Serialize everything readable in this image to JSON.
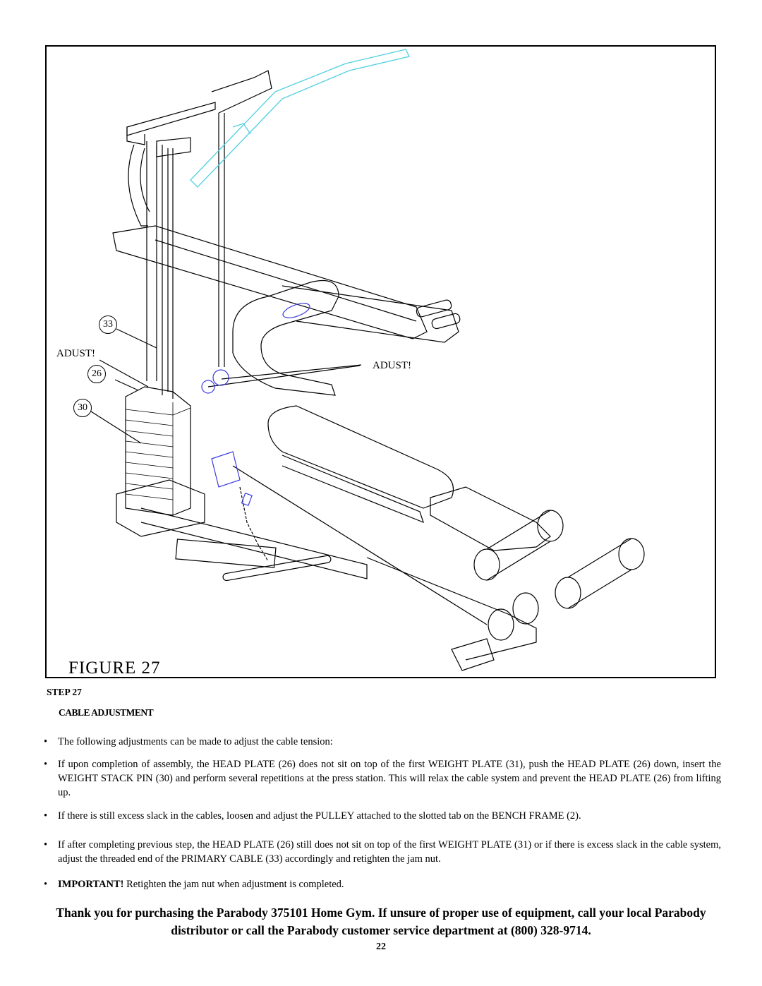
{
  "figure": {
    "caption": "FIGURE 27",
    "callouts": {
      "c33": "33",
      "adust_left": "ADUST!",
      "c26": "26",
      "c30": "30",
      "adust_right": "ADUST!"
    }
  },
  "step": {
    "label": "STEP 27",
    "title": "CABLE ADJUSTMENT",
    "bullets": [
      "The following adjustments can be made to adjust the cable tension:",
      "If upon completion of assembly, the HEAD PLATE (26) does not sit on top of the first WEIGHT PLATE (31), push the HEAD PLATE (26) down, insert the WEIGHT STACK PIN (30) and perform several repetitions at the press station. This will relax the cable system and prevent the HEAD PLATE (26) from lifting up.",
      "If there is still excess slack in the cables, loosen and adjust the PULLEY attached to the slotted tab on the BENCH FRAME (2).",
      "If after completing previous step, the HEAD PLATE (26) still does not sit on top of the first WEIGHT PLATE (31) or if there is excess slack in the cable system, adjust the threaded end of the PRIMARY CABLE (33) accordingly and retighten the jam nut."
    ],
    "important_label": "IMPORTANT!",
    "important_text": "Retighten the jam nut when adjustment is completed."
  },
  "closing": "Thank you for purchasing the Parabody 375101 Home Gym. If unsure of proper use of equipment, call your local Parabody distributor or call the Parabody customer service department at (800) 328-9714.",
  "page_number": "22",
  "colors": {
    "ink": "#000000",
    "highlight": "#3a3ae0",
    "cyan": "#4fd0e0"
  }
}
